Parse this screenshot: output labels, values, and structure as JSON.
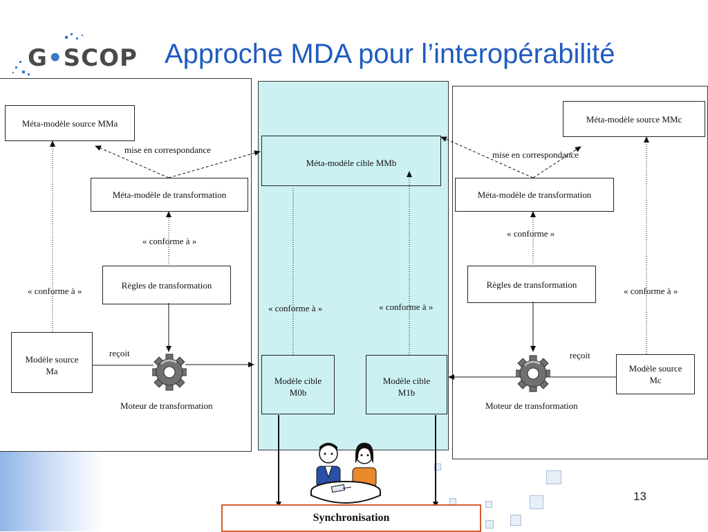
{
  "logo": {
    "text_left": "G",
    "text_right": "SCOP",
    "text_sep": "•"
  },
  "title": "Approche MDA pour l’interopérabilité",
  "left": {
    "mm_source": "Méta-modèle source MMa",
    "mapping": "mise en correspondance",
    "mm_transformation": "Méta-modèle de transformation",
    "conforme_top": "« conforme à »",
    "rules": "Règles de transformation",
    "conforme_side": "« conforme à »",
    "model_source_line1": "Modèle source",
    "model_source_line2": "Ma",
    "recoit": "reçoit",
    "engine": "Moteur de transformation"
  },
  "middle": {
    "mm_target": "Méta-modèle cible MMb",
    "conforme_left": "« conforme à »",
    "conforme_right": "« conforme à »",
    "m0b_line1": "Modèle cible",
    "m0b_line2": "M0b",
    "m1b_line1": "Modèle cible",
    "m1b_line2": "M1b"
  },
  "right": {
    "mm_source": "Méta-modèle source MMc",
    "mapping": "mise en correspondance",
    "mm_transformation": "Méta-modèle de transformation",
    "conforme_top": "« conforme »",
    "rules": "Règles de transformation",
    "conforme_side": "« conforme à »",
    "model_source_line1": "Modèle source",
    "model_source_line2": "Mc",
    "recoit": "reçoit",
    "engine": "Moteur de transformation"
  },
  "synchronisation": "Synchronisation",
  "page_number": "13",
  "colors": {
    "title": "#1f5bbf",
    "middle_panel": "#cdf1f3",
    "sync_border": "#d65a2a"
  },
  "icons": [
    "gear-icon",
    "meeting-people-icon"
  ]
}
